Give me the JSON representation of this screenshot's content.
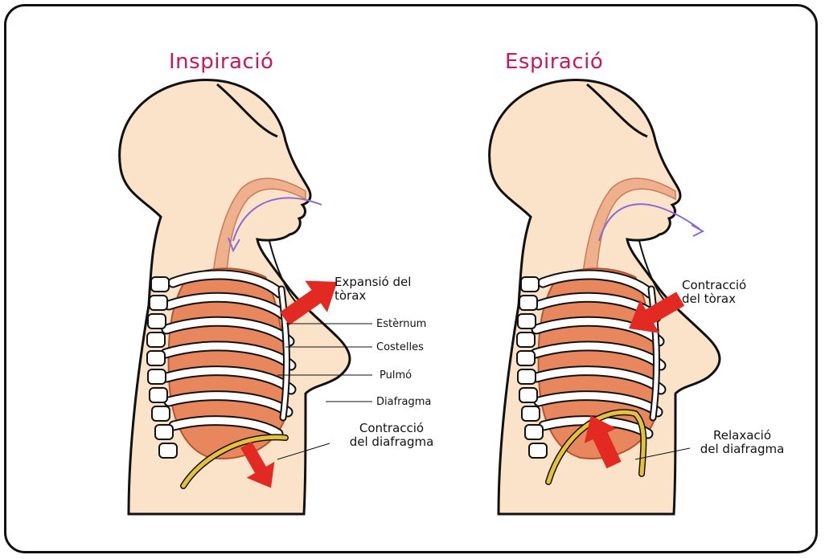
{
  "panels": {
    "left": {
      "title": "Inspiració",
      "labels": {
        "expansion_line1": "Expansió del",
        "expansion_line2": "tòrax",
        "sternum": "Estèrnum",
        "ribs": "Costelles",
        "lung": "Pulmó",
        "diaphragm": "Diafragma",
        "diaphragm_contraction_line1": "Contracció",
        "diaphragm_contraction_line2": "del diafragma"
      }
    },
    "right": {
      "title": "Espiració",
      "labels": {
        "contraction_line1": "Contracció",
        "contraction_line2": "del tòrax",
        "relaxation_line1": "Relaxació",
        "relaxation_line2": "del diafragma"
      }
    }
  },
  "colors": {
    "title": "#c8175d",
    "skin": "#fbe3c9",
    "lung": "#e8875e",
    "rib": "#ffffff",
    "arrow": "#e32a22",
    "diaphragm": "#e5c23a",
    "airflow": "#8a6ad6",
    "outline": "#111111"
  }
}
